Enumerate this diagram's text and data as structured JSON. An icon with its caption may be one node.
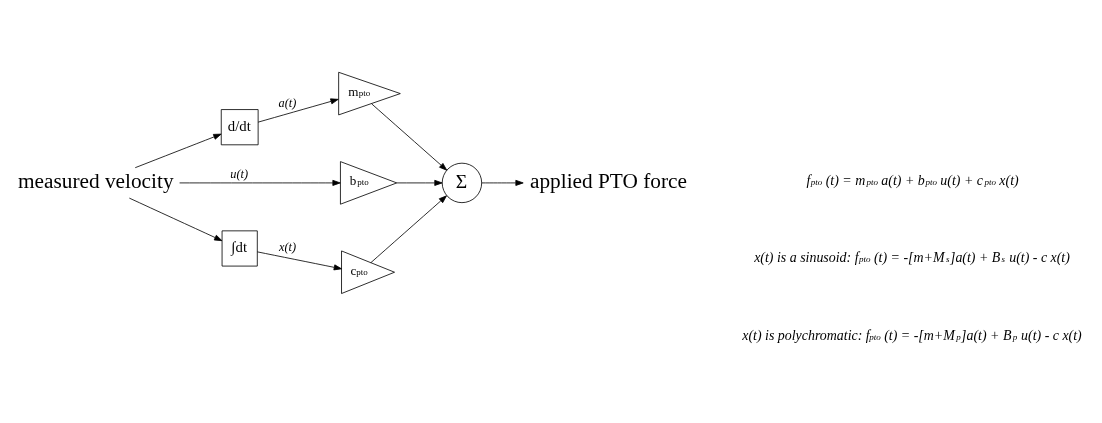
{
  "diagram": {
    "nodes": [
      {
        "text": [
          "measured velocity"
        ]
      },
      {
        "text": [
          "d/dt"
        ]
      },
      {
        "text": [
          "∫dt"
        ]
      },
      {
        "text": [
          "m$_{pto}$"
        ]
      },
      {
        "text": [
          "b$_{pto}$"
        ]
      },
      {
        "text": [
          "c$_{pto}$"
        ]
      },
      {
        "text": [
          "Σ"
        ]
      },
      {
        "text": [
          "applied PTO force"
        ]
      }
    ],
    "edges": [
      {
        "from": 0,
        "to": 1,
        "arrow": "to"
      },
      {
        "from": 0,
        "to": 2,
        "arrow": "to"
      },
      {
        "from": 0,
        "to": 4,
        "arrow": "to",
        "label": "u(t)"
      },
      {
        "from": 1,
        "to": 3,
        "arrow": "to",
        "label": "a(t)"
      },
      {
        "from": 2,
        "to": 5,
        "arrow": "to",
        "label": "x(t)"
      },
      {
        "from": 3,
        "to": 6,
        "arrow": "to"
      },
      {
        "from": 4,
        "to": 6,
        "arrow": "to"
      },
      {
        "from": 5,
        "to": 6,
        "arrow": "to"
      },
      {
        "from": 6,
        "to": 7,
        "arrow": "to"
      }
    ],
    "labels": [
      "f$_{pto}$ (t) = m$_{pto}$ a(t) + b$_{pto}$ u(t) + c$_{pto}$ x(t)",
      "x(t) is a sinusoid: f$_{pto}$ (t) = -[m+M$_{s}$]a(t) + B$_{s}$ u(t) - c x(t)",
      "x(t) is polychromatic: f$_{pto}$ (t) = -[m+M$_{p}$]a(t) + B$_{p}$ u(t) - c x(t)"
    ]
  }
}
